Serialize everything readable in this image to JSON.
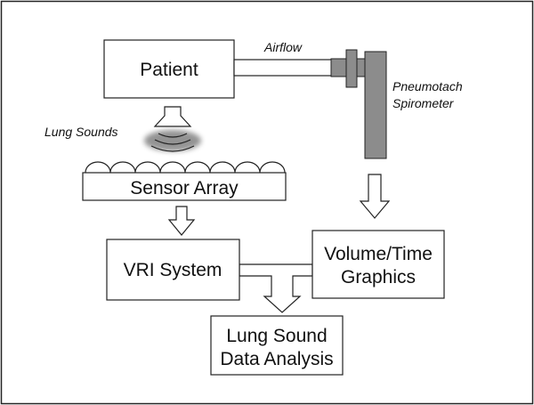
{
  "diagram": {
    "patient_label": "Patient",
    "airflow_label": "Airflow",
    "pneumotach_line1": "Pneumotach",
    "pneumotach_line2": "Spirometer",
    "lung_sounds_label": "Lung Sounds",
    "sensor_array_label": "Sensor Array",
    "vri_system_label": "VRI System",
    "volume_time_line1": "Volume/Time",
    "volume_time_line2": "Graphics",
    "analysis_line1": "Lung Sound",
    "analysis_line2": "Data Analysis"
  },
  "colors": {
    "device_gray": "#8c8c8c",
    "border": "#222222"
  }
}
